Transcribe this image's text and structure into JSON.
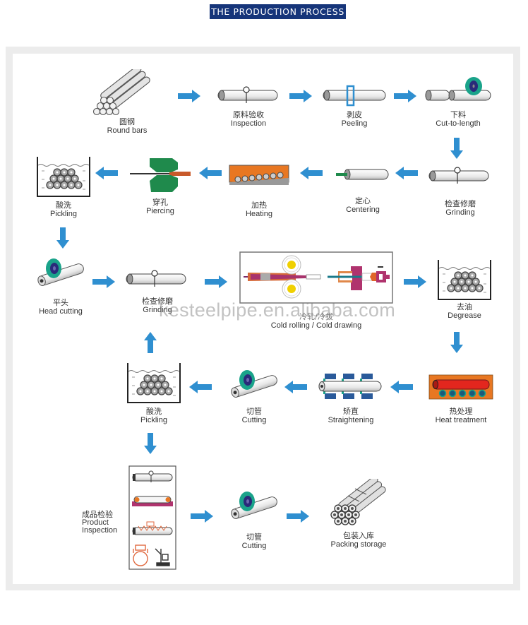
{
  "title": "THE PRODUCTION PROCESS",
  "colors": {
    "title_bg": "#16357a",
    "arrow": "#2f8fd0",
    "frame": "#ececec",
    "heating_orange": "#e87722",
    "piercing_green": "#1f8a4c",
    "cutter_teal": "#1aa38a",
    "cutter_navy": "#2a2a7a",
    "heat_red": "#e3261e",
    "drawing_magenta": "#b0336e"
  },
  "steps": [
    {
      "id": "round-bars",
      "cn": "圆钢",
      "en": "Round bars"
    },
    {
      "id": "inspection",
      "cn": "原料验收",
      "en": "Inspection"
    },
    {
      "id": "peeling",
      "cn": "剥皮",
      "en": "Peeling"
    },
    {
      "id": "cut-to-length",
      "cn": "下料",
      "en": "Cut-to-length"
    },
    {
      "id": "grinding-1",
      "cn": "检查修磨",
      "en": "Grinding"
    },
    {
      "id": "centering",
      "cn": "定心",
      "en": "Centering"
    },
    {
      "id": "heating",
      "cn": "加热",
      "en": "Heating"
    },
    {
      "id": "piercing",
      "cn": "穿孔",
      "en": "Piercing"
    },
    {
      "id": "pickling-1",
      "cn": "酸洗",
      "en": "Pickling"
    },
    {
      "id": "head-cutting",
      "cn": "平头",
      "en": "Head cutting"
    },
    {
      "id": "grinding-2",
      "cn": "检查修磨",
      "en": "Grinding"
    },
    {
      "id": "cold-rolling",
      "cn": "冷轧/冷拔",
      "en": "Cold rolling / Cold drawing"
    },
    {
      "id": "degrease",
      "cn": "去油",
      "en": "Degrease"
    },
    {
      "id": "heat-treatment",
      "cn": "热处理",
      "en": "Heat treatment"
    },
    {
      "id": "straightening",
      "cn": "矫直",
      "en": "Straightening"
    },
    {
      "id": "cutting-1",
      "cn": "切管",
      "en": "Cutting"
    },
    {
      "id": "pickling-2",
      "cn": "酸洗",
      "en": "Pickling"
    },
    {
      "id": "product-inspection",
      "cn": "成品检验",
      "en_line1": "Product",
      "en_line2": "Inspection"
    },
    {
      "id": "cutting-2",
      "cn": "切管",
      "en": "Cutting"
    },
    {
      "id": "packing-storage",
      "cn": "包装入库",
      "en": "Packing storage"
    }
  ],
  "watermark": "kesteelpipe.en.alibaba.com"
}
